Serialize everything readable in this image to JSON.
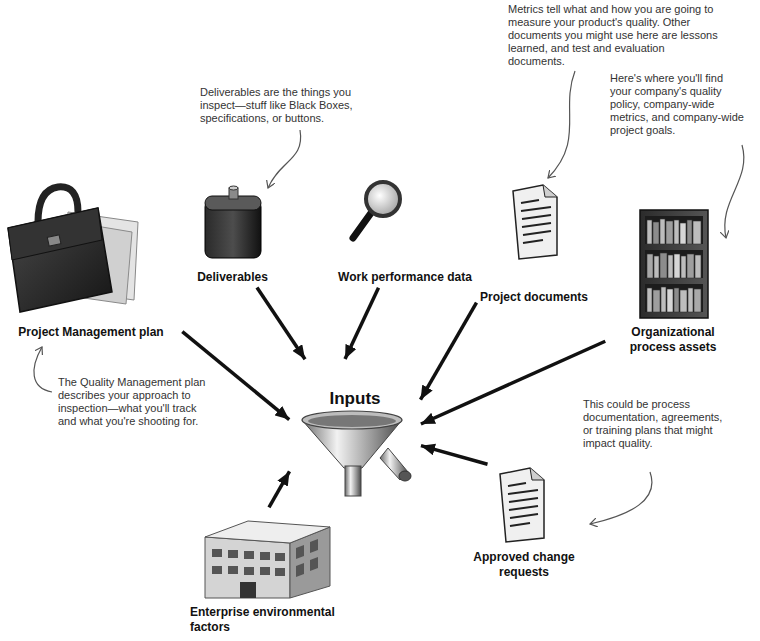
{
  "diagram": {
    "nodes": [
      {
        "text": [
          "Project Management plan"
        ]
      },
      {
        "text": [
          "Deliverables"
        ]
      },
      {
        "text": [
          "Work performance data"
        ]
      },
      {
        "text": [
          "Project documents"
        ]
      },
      {
        "text": [
          "Organizational process assets"
        ]
      },
      {
        "text": [
          "Inputs"
        ]
      },
      {
        "text": [
          "Approved change requests"
        ]
      },
      {
        "text": [
          "Enterprise environmental factors"
        ]
      }
    ],
    "edges": [
      {
        "from": 0,
        "to": 5,
        "arrow": "to"
      },
      {
        "from": 1,
        "to": 5,
        "arrow": "to"
      },
      {
        "from": 2,
        "to": 5,
        "arrow": "to"
      },
      {
        "from": 3,
        "to": 5,
        "arrow": "to"
      },
      {
        "from": 4,
        "to": 5,
        "arrow": "to"
      },
      {
        "from": 6,
        "to": 5,
        "arrow": "to"
      },
      {
        "from": 7,
        "to": 5,
        "arrow": "to"
      }
    ],
    "labels": [
      "Metrics tell what and how you are going to measure your product's quality. Other documents you might use here are lessons learned, and test and evaluation documents.",
      "Here's where you'll find your company's quality policy, company-wide metrics, and company-wide project goals.",
      "Deliverables are the things you inspect—stuff like Black Boxes, specifications, or buttons.",
      "The Quality Management plan describes your approach to inspection—what you'll track and what you're shooting for.",
      "This could be process documentation, agreements, or training plans that might impact quality."
    ]
  }
}
